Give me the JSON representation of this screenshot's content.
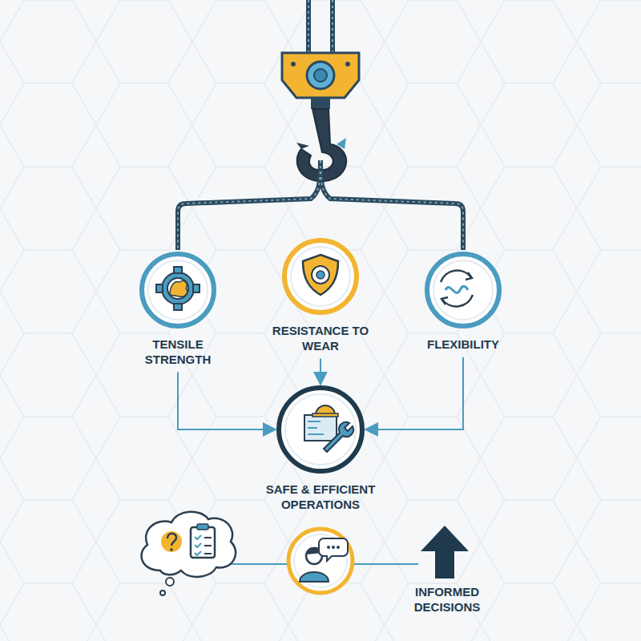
{
  "diagram": {
    "nodes": [
      {
        "text": [
          "TENSILE STRENGTH"
        ]
      },
      {
        "text": [
          "RESISTANCE TO WEAR"
        ]
      },
      {
        "text": [
          "FLEXIBILITY"
        ]
      },
      {
        "text": [
          "SAFE & EFFICIENT OPERATIONS"
        ]
      }
    ],
    "edges": [
      {
        "from": 0,
        "to": 3,
        "arrow": "to"
      },
      {
        "from": 1,
        "to": 3,
        "arrow": "to"
      },
      {
        "from": 2,
        "to": 3,
        "arrow": "to"
      }
    ],
    "labels": [
      "INFORMED DECISIONS"
    ]
  }
}
